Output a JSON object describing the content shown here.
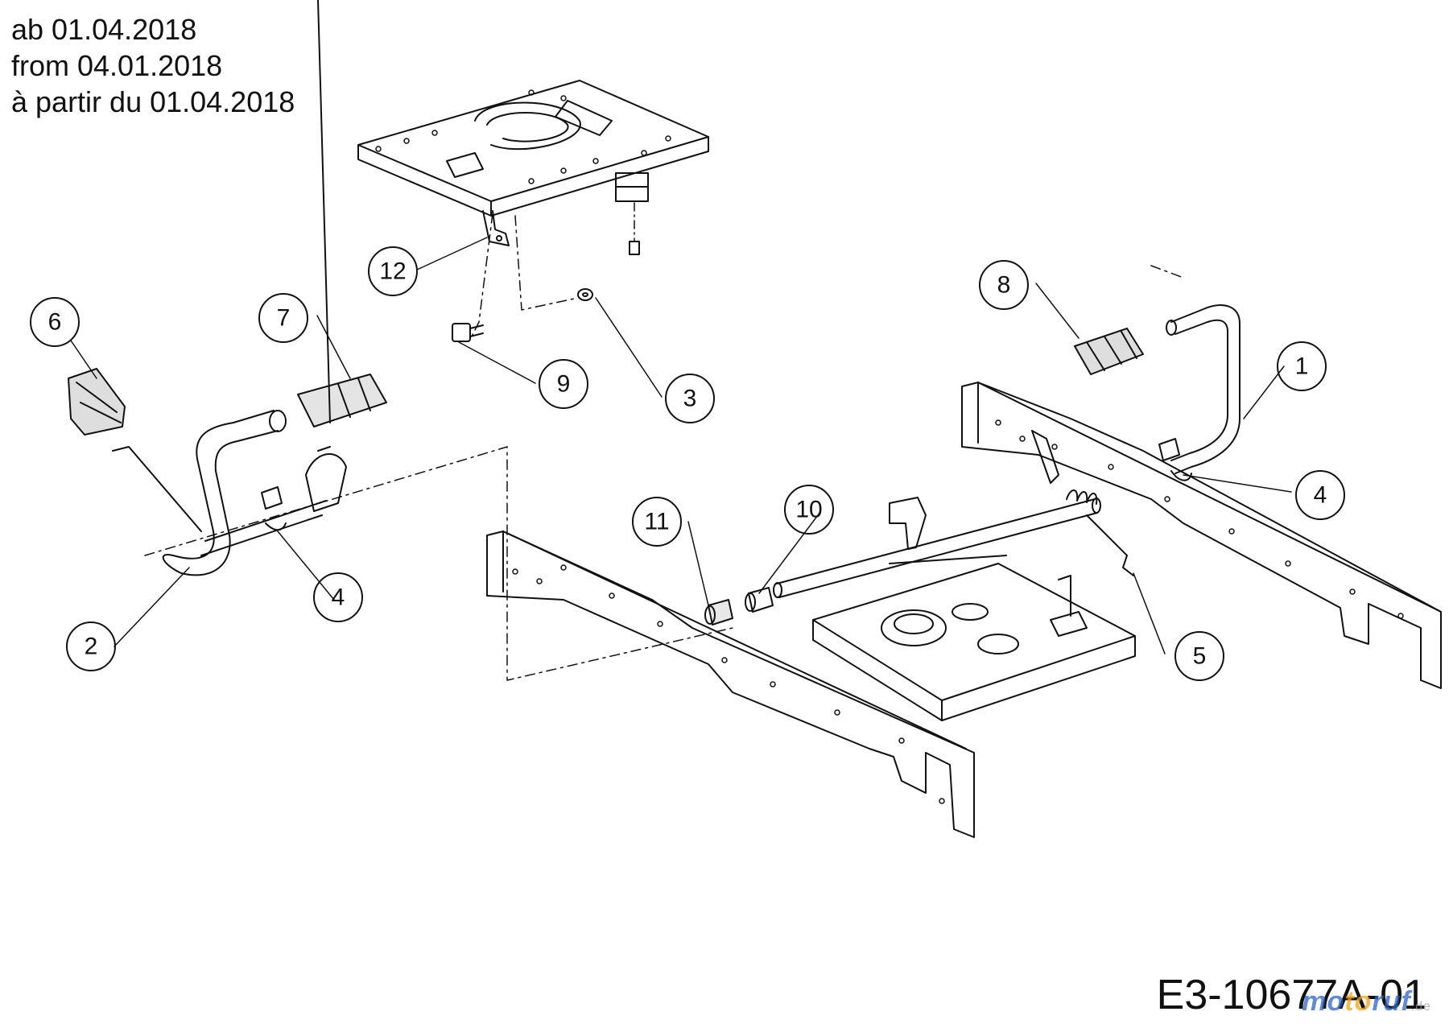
{
  "header": {
    "line1": "ab 01.04.2018",
    "line2": "from 04.01.2018",
    "line3": "à partir du 01.04.2018"
  },
  "diagram_code": "E3-10677A-01",
  "watermark": {
    "part1": "mo",
    "part2": "to",
    "part3": "ruf",
    "suffix": ".de"
  },
  "callouts": [
    {
      "id": "callout-12",
      "label": "12"
    },
    {
      "id": "callout-6",
      "label": "6"
    },
    {
      "id": "callout-7",
      "label": "7"
    },
    {
      "id": "callout-9",
      "label": "9"
    },
    {
      "id": "callout-3",
      "label": "3"
    },
    {
      "id": "callout-8",
      "label": "8"
    },
    {
      "id": "callout-1",
      "label": "1"
    },
    {
      "id": "callout-4a",
      "label": "4"
    },
    {
      "id": "callout-4b",
      "label": "4"
    },
    {
      "id": "callout-10",
      "label": "10"
    },
    {
      "id": "callout-11",
      "label": "11"
    },
    {
      "id": "callout-2",
      "label": "2"
    },
    {
      "id": "callout-5",
      "label": "5"
    }
  ],
  "colors": {
    "line": "#111111",
    "background": "#ffffff"
  }
}
